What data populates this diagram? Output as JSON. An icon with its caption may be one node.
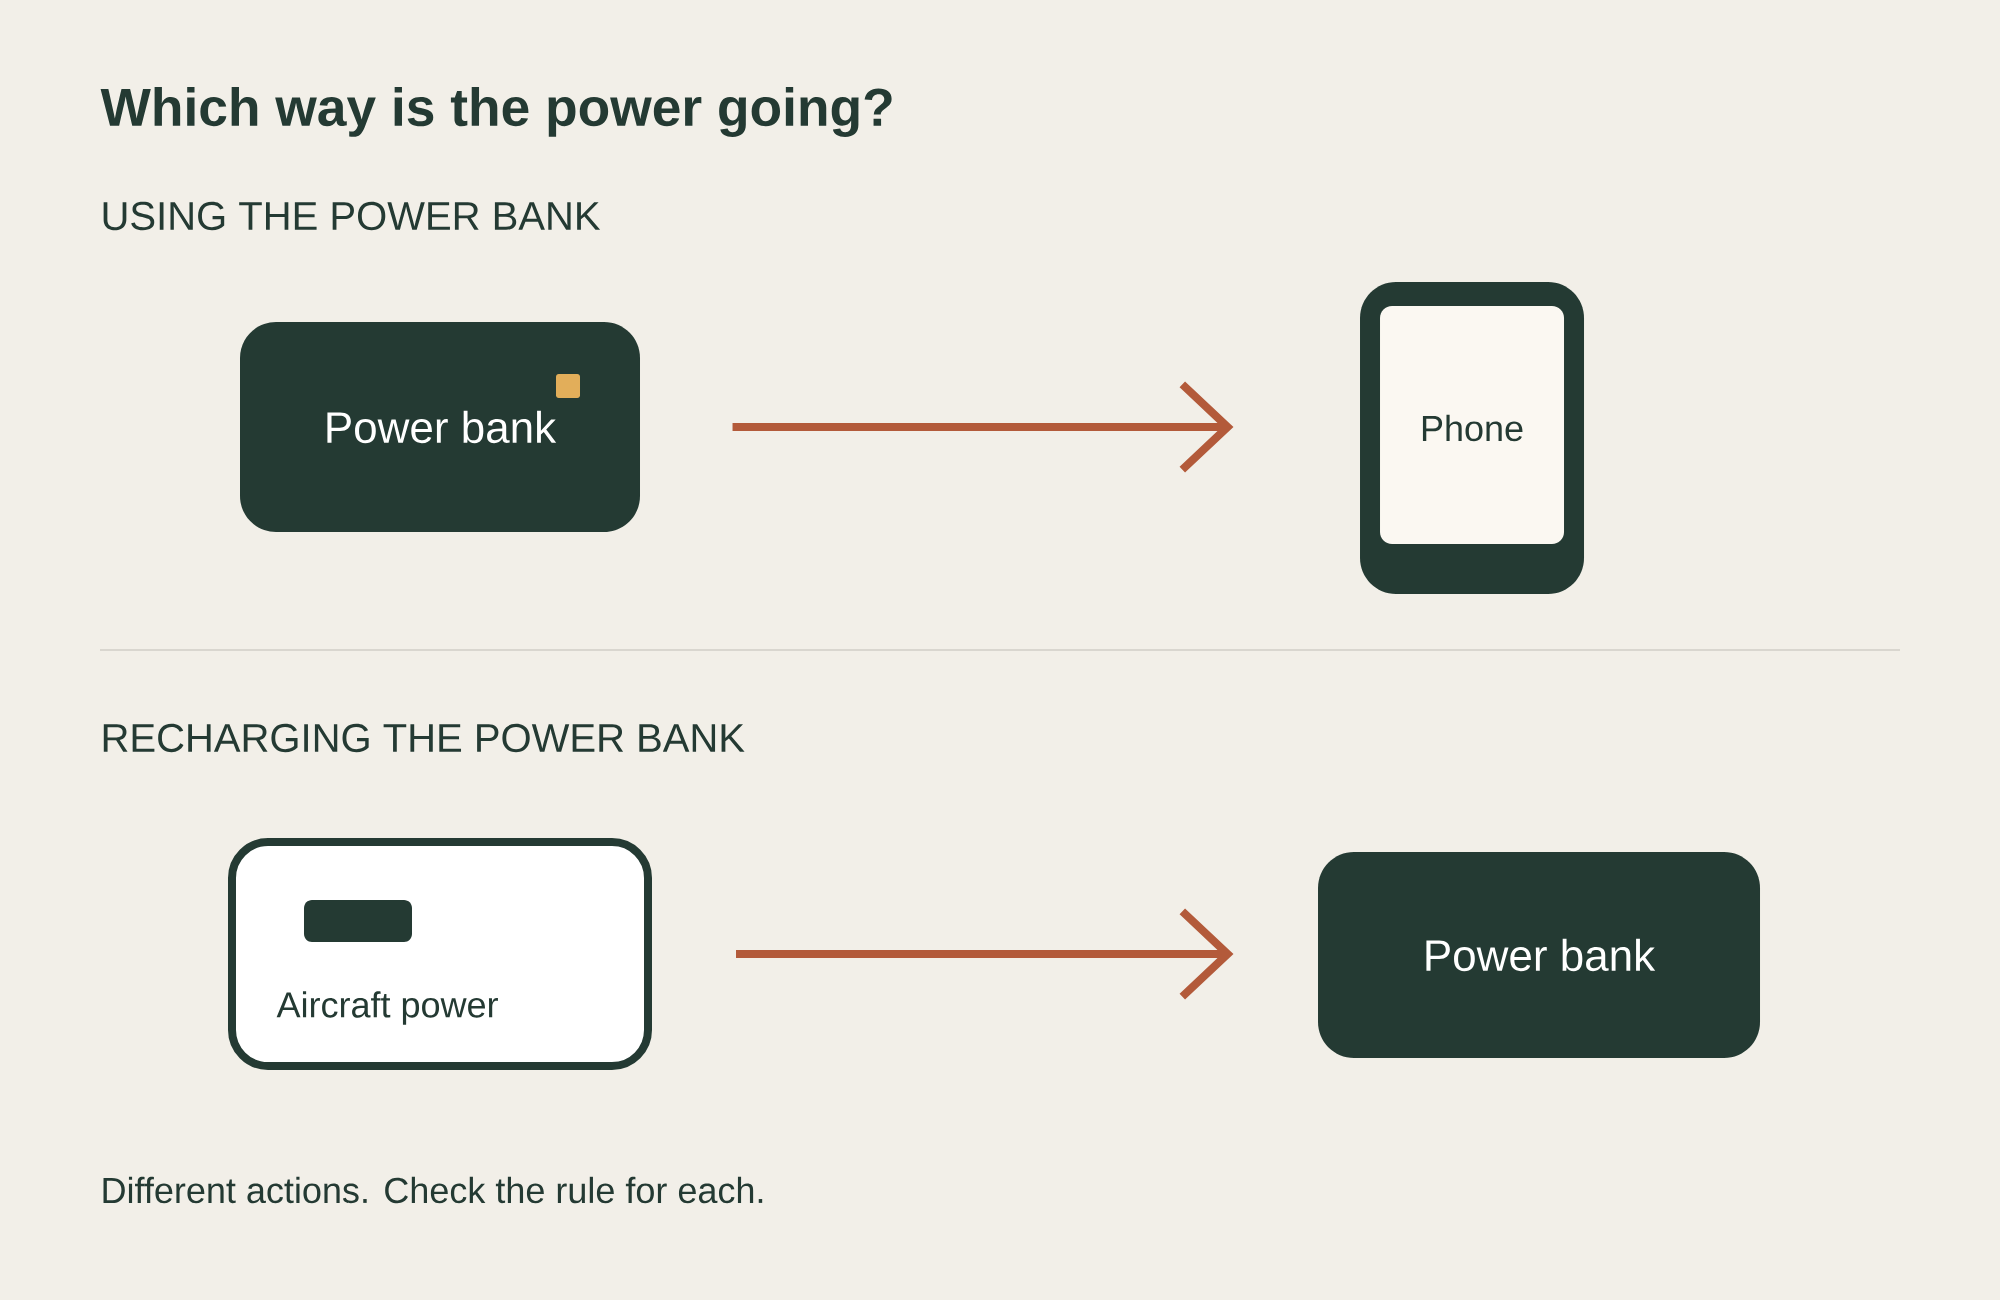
{
  "diagram": {
    "title": "Which way is the power going?",
    "nodes": [
      {
        "text": [
          "Power bank"
        ]
      },
      {
        "text": [
          "Phone"
        ]
      },
      {
        "text": [
          "Aircraft power"
        ]
      },
      {
        "text": [
          "Power bank"
        ]
      }
    ],
    "edges": [
      {
        "from": 0,
        "to": 1,
        "arrow": "to"
      },
      {
        "from": 2,
        "to": 3,
        "arrow": "to"
      }
    ],
    "labels": [
      "USING THE POWER BANK",
      "RECHARGING THE POWER BANK"
    ],
    "caption": "Different actions. Check the rule for each."
  }
}
